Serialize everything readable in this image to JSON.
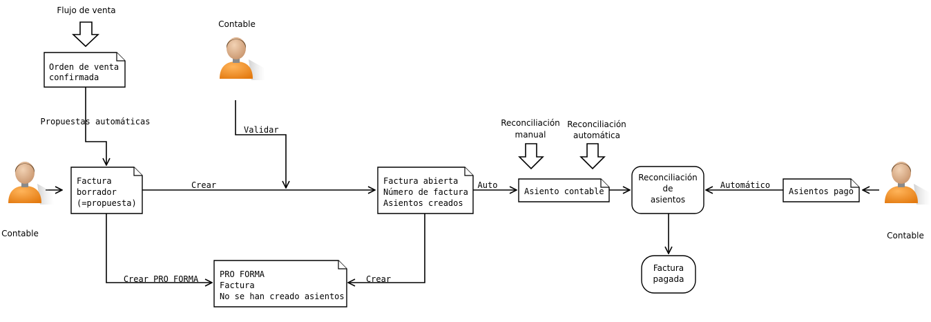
{
  "inputs": {
    "sales_flow": "Flujo de venta",
    "manual_rec": [
      "Reconciliación",
      "manual"
    ],
    "auto_rec": [
      "Reconciliación",
      "automática"
    ]
  },
  "actors": {
    "top": "Contable",
    "left": "Contable",
    "right": "Contable"
  },
  "docs": {
    "order": [
      "Orden de venta",
      "confirmada"
    ],
    "draft": [
      "Factura",
      "borrador",
      "(=propuesta)"
    ],
    "open": [
      "Factura abierta",
      "Número de factura",
      "Asientos creados"
    ],
    "proforma": [
      "PRO FORMA",
      "Factura",
      "No se han creado asientos"
    ],
    "entry": [
      "Asiento contable"
    ],
    "payments": [
      "Asientos pago"
    ]
  },
  "nodes": {
    "reconcile": [
      "Reconciliación",
      "de",
      "asientos"
    ],
    "paid": [
      "Factura",
      "pagada"
    ]
  },
  "edges": {
    "auto_proposals": "Propuestas automáticas",
    "validate": "Validar",
    "create": "Crear",
    "create_proforma": "Crear PRO FORMA",
    "create_from_open": "Crear",
    "auto": "Auto",
    "automatic": "Automático"
  }
}
